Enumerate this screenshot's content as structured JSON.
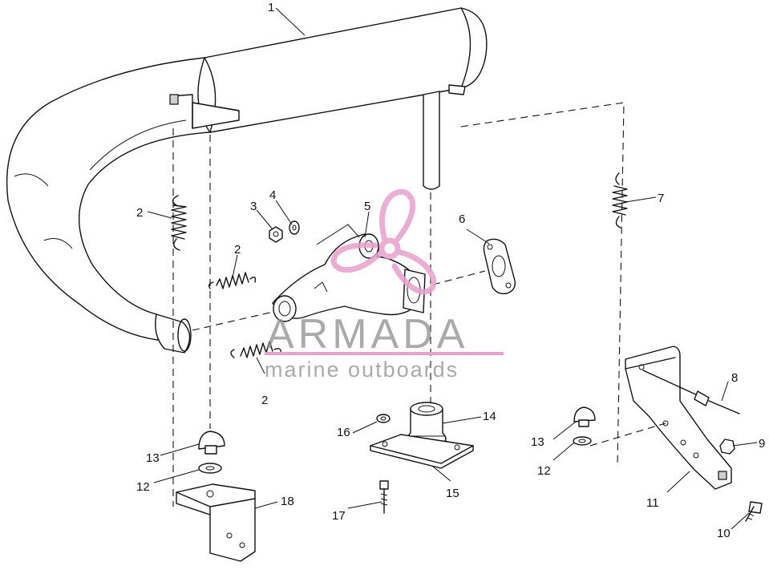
{
  "watermark": {
    "brand": "ARMADA",
    "tagline": "marine outboards",
    "logo_icon": "propeller-logo-icon",
    "logo_color": "#e8a0cc",
    "text_color": "#8e8e8e"
  },
  "callouts": [
    {
      "id": "c1",
      "label": "1"
    },
    {
      "id": "c2a",
      "label": "2"
    },
    {
      "id": "c2b",
      "label": "2"
    },
    {
      "id": "c2c",
      "label": "2"
    },
    {
      "id": "c3",
      "label": "3"
    },
    {
      "id": "c4",
      "label": "4"
    },
    {
      "id": "c5",
      "label": "5"
    },
    {
      "id": "c6",
      "label": "6"
    },
    {
      "id": "c7",
      "label": "7"
    },
    {
      "id": "c8",
      "label": "8"
    },
    {
      "id": "c9",
      "label": "9"
    },
    {
      "id": "c10",
      "label": "10"
    },
    {
      "id": "c11",
      "label": "11"
    },
    {
      "id": "c12a",
      "label": "12"
    },
    {
      "id": "c12b",
      "label": "12"
    },
    {
      "id": "c13a",
      "label": "13"
    },
    {
      "id": "c13b",
      "label": "13"
    },
    {
      "id": "c14",
      "label": "14"
    },
    {
      "id": "c15",
      "label": "15"
    },
    {
      "id": "c16",
      "label": "16"
    },
    {
      "id": "c17",
      "label": "17"
    },
    {
      "id": "c18",
      "label": "18"
    }
  ]
}
